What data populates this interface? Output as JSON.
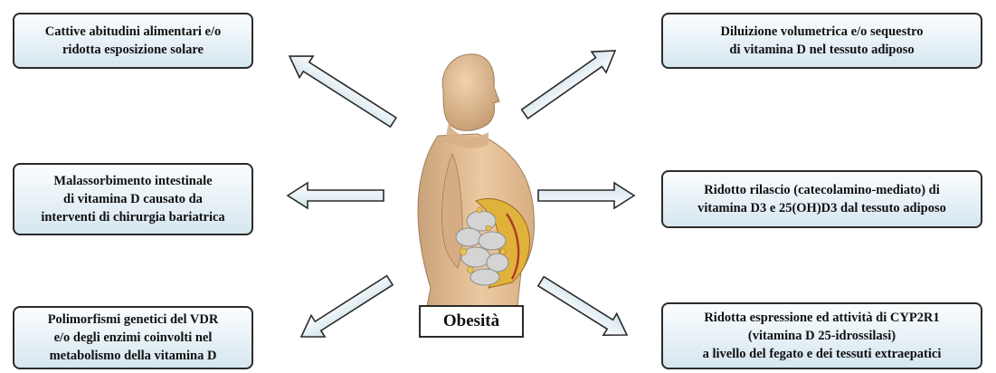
{
  "center_label": "Obesità",
  "figure": "obese-human-figure",
  "boxes": {
    "l1": [
      "Cattive abitudini alimentari e/o",
      "ridotta esposizione solare"
    ],
    "l2": [
      "Malassorbimento intestinale",
      "di vitamina D causato da",
      "interventi di chirurgia bariatrica"
    ],
    "l3": [
      "Polimorfismi genetici del VDR",
      "e/o degli enzimi coinvolti nel",
      "metabolismo della vitamina D"
    ],
    "r1": [
      "Diluizione volumetrica e/o sequestro",
      "di vitamina D nel tessuto adiposo"
    ],
    "r2": [
      "Ridotto rilascio (catecolamino-mediato) di",
      "vitamina D3 e 25(OH)D3 dal tessuto adiposo"
    ],
    "r3": [
      "Ridotta espressione ed attività di CYP2R1",
      "(vitamina D 25-idrossilasi)",
      "a livello del fegato e dei tessuti extraepatici"
    ]
  },
  "colors": {
    "box_fill_top": "#fbfdfe",
    "box_fill_bottom": "#d6e6ef",
    "border": "#2b2b2b",
    "skin": "#e7c39a",
    "fat": "#e0b23a",
    "bowel": "#c9c9c9"
  }
}
